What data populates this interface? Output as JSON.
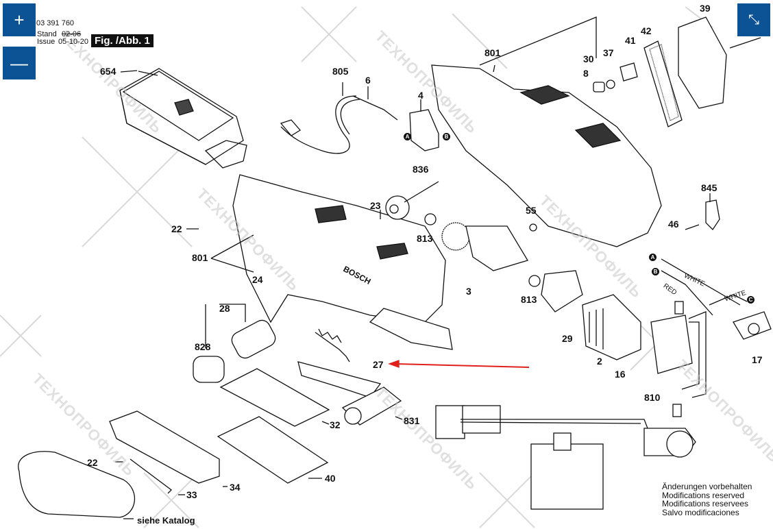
{
  "header": {
    "part_no": "03 391 760",
    "stand_label": "Stand",
    "stand_value": "02-06",
    "issue_label": "Issue",
    "issue_value": "05-10-20",
    "figure": "Fig. /Abb. 1"
  },
  "controls": {
    "zoom_in": "+",
    "zoom_out": "—",
    "fullscreen_exit": "⤡",
    "accent_color": "#0b5394"
  },
  "watermark": "ТЕХНОПРОФИЛЬ",
  "parts": {
    "p654": "654",
    "p805": "805",
    "p6": "6",
    "p4": "4",
    "p801a": "801",
    "p801b": "801",
    "p30": "30",
    "p37": "37",
    "p41": "41",
    "p42": "42",
    "p39": "39",
    "p8": "8",
    "p836": "836",
    "p23": "23",
    "p22a": "22",
    "p22b": "22",
    "p813a": "813",
    "p813b": "813",
    "p55": "55",
    "p845": "845",
    "p46": "46",
    "p24": "24",
    "p3": "3",
    "p28": "28",
    "p828": "828",
    "p27": "27",
    "p29": "29",
    "p2": "2",
    "p16": "16",
    "p810": "810",
    "p17": "17",
    "p32": "32",
    "p831": "831",
    "p34": "34",
    "p33": "33",
    "p40": "40"
  },
  "wires": {
    "white1": "WHITE",
    "white2": "WHITE",
    "red": "RED",
    "a": "A",
    "b": "B",
    "c": "C"
  },
  "annotation": {
    "arrow_color": "#e0201b",
    "target": "27"
  },
  "katalog": "siehe Katalog",
  "notes": [
    "Änderungen vorbehalten",
    "Modifications reserved",
    "Modifications reservees",
    "Salvo modificaciones"
  ]
}
